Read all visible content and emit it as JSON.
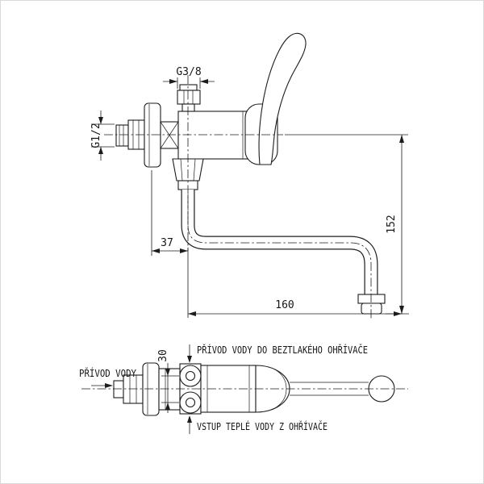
{
  "drawing": {
    "dims": {
      "g38": "G3/8",
      "g12": "G1/2",
      "d37": "37",
      "d152": "152",
      "d160": "160",
      "d30": "30"
    },
    "labels": {
      "inlet_top": "PŘÍVOD VODY DO BEZTLAKÉHO OHŘÍVAČE",
      "inlet_left": "PŘÍVOD VODY",
      "outlet_bottom": "VSTUP TEPLÉ VODY Z OHŘÍVAČE"
    },
    "colors": {
      "line": "#1c1c1c",
      "background": "#ffffff",
      "border": "#d9d9d9"
    }
  }
}
